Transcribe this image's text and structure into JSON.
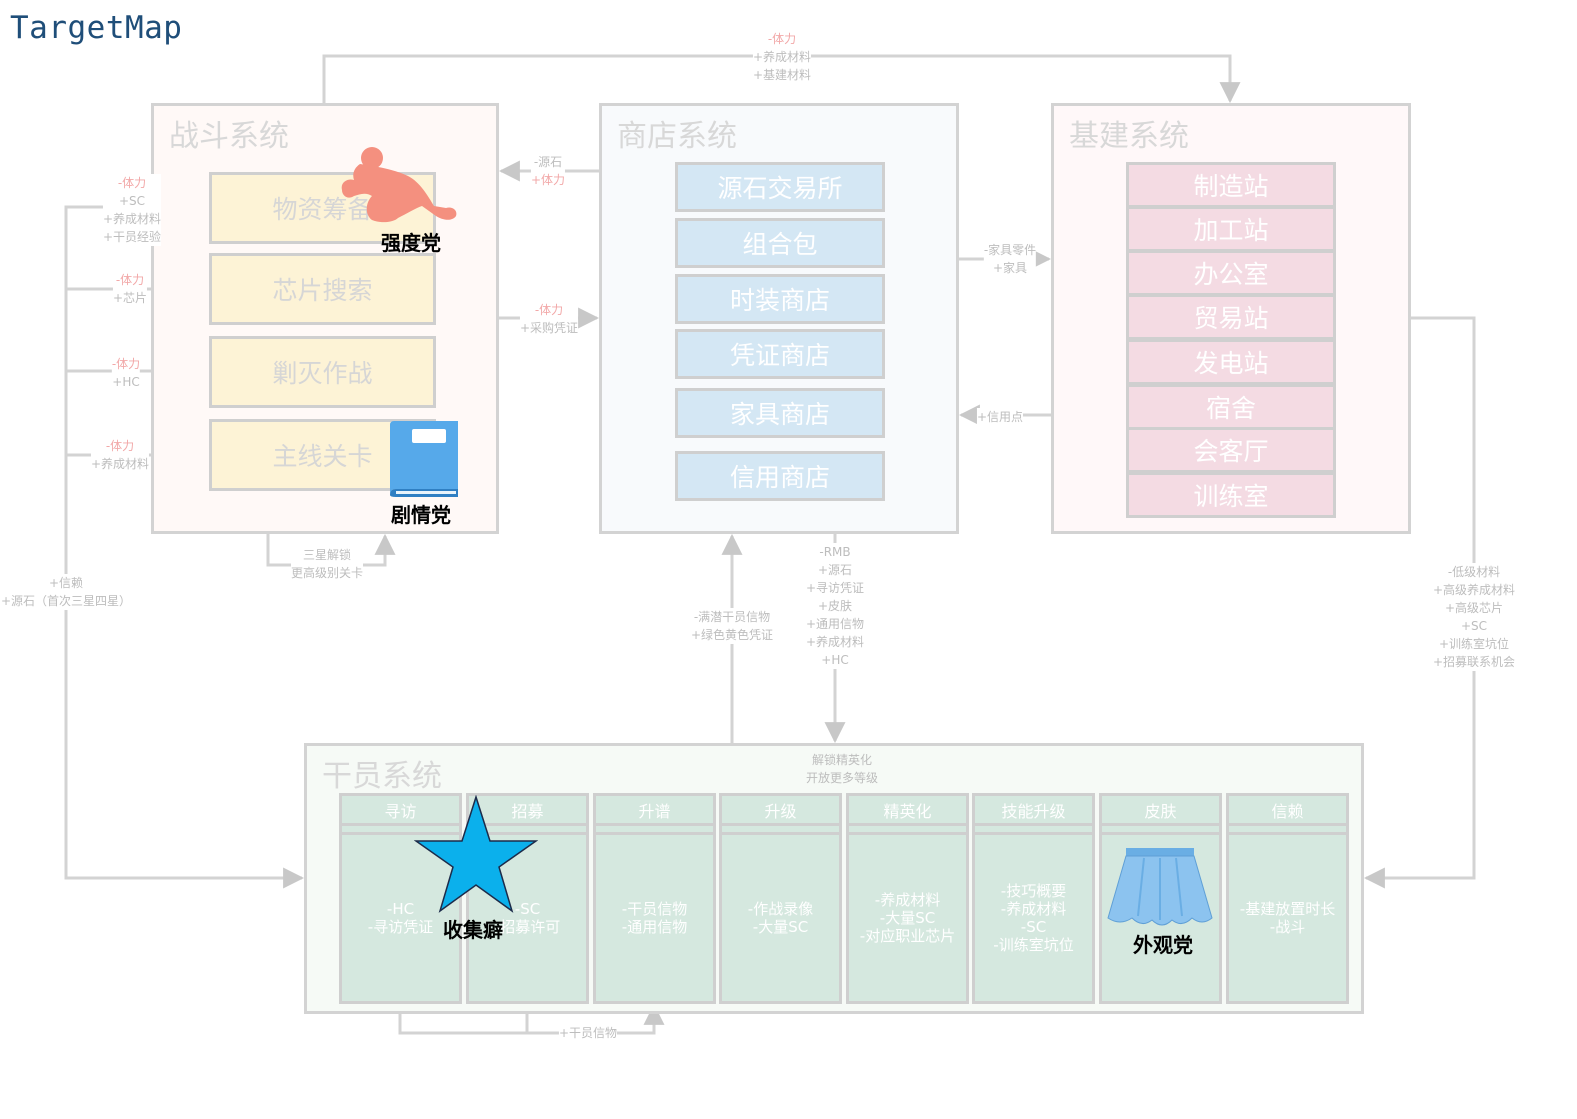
{
  "title": "TargetMap",
  "panels": {
    "battle": {
      "title": "战斗系统",
      "items": [
        "物资筹备",
        "芯片搜索",
        "剿灭作战",
        "主线关卡"
      ]
    },
    "shop": {
      "title": "商店系统",
      "items": [
        "源石交易所",
        "组合包",
        "时装商店",
        "凭证商店",
        "家具商店",
        "信用商店"
      ]
    },
    "base": {
      "title": "基建系统",
      "items": [
        "制造站",
        "加工站",
        "办公室",
        "贸易站",
        "发电站",
        "宿舍",
        "会客厅",
        "训练室"
      ]
    },
    "operator": {
      "title": "干员系统",
      "columns": [
        {
          "head": "寻访",
          "body": [
            "-HC",
            "-寻访凭证"
          ]
        },
        {
          "head": "招募",
          "body": [
            "-SC",
            "-招募许可"
          ]
        },
        {
          "head": "升谱",
          "body": [
            "-干员信物",
            "-通用信物"
          ]
        },
        {
          "head": "升级",
          "body": [
            "-作战录像",
            "-大量SC"
          ]
        },
        {
          "head": "精英化",
          "body": [
            "-养成材料",
            "-大量SC",
            "-对应职业芯片"
          ]
        },
        {
          "head": "技能升级",
          "body": [
            "-技巧概要",
            "-养成材料",
            "-SC",
            "-训练室坑位"
          ]
        },
        {
          "head": "皮肤",
          "body": []
        },
        {
          "head": "信赖",
          "body": [
            "-基建放置时长",
            "-战斗"
          ]
        }
      ]
    }
  },
  "edge_labels": {
    "battle_to_base": {
      "red": "-体力",
      "gray": [
        "+养成材料",
        "+基建材料"
      ]
    },
    "shop_to_battle": {
      "gray": "-源石",
      "red": "+体力"
    },
    "battle_to_shop": {
      "red": "-体力",
      "gray": "+采购凭证"
    },
    "shop_to_base": {
      "gray": [
        "-家具零件",
        "+家具"
      ]
    },
    "base_to_shop": {
      "gray": "+信用点"
    },
    "supply_left": {
      "red": "-体力",
      "gray": [
        "+SC",
        "+养成材料",
        "+干员经验"
      ]
    },
    "chip_left": {
      "red": "-体力",
      "gray": "+芯片"
    },
    "annihilation_left": {
      "red": "-体力",
      "gray": "+HC"
    },
    "main_left": {
      "red": "-体力",
      "gray": "+养成材料"
    },
    "battle_loop": [
      "三星解锁",
      "更高级别关卡"
    ],
    "trust_left": [
      "+信赖",
      "+源石（首次三星四星）"
    ],
    "operator_to_shop": [
      "-满潜干员信物",
      "+绿色黄色凭证"
    ],
    "shop_to_operator": [
      "-RMB",
      "+源石",
      "+寻访凭证",
      "+皮肤",
      "+通用信物",
      "+养成材料",
      "+HC"
    ],
    "base_to_operator": [
      "-低级材料",
      "+高级养成材料",
      "+高级芯片",
      "+SC",
      "+训练室坑位",
      "+招募联系机会"
    ],
    "elite_loop": [
      "解锁精英化",
      "开放更多等级"
    ],
    "recruit_loop": "+干员信物"
  },
  "stamps": {
    "strength": "强度党",
    "story": "剧情党",
    "collector": "收集癖",
    "appearance": "外观党"
  },
  "colors": {
    "battle_bg": "#fff9f7",
    "battle_item": "#fdf3d6",
    "shop_bg": "#f8fafc",
    "shop_item": "#d4e7f4",
    "base_bg": "#fff8f9",
    "base_item": "#f4dbe3",
    "operator_bg": "#f6faf6",
    "operator_item": "#d5e8df",
    "line": "#d3d3d3",
    "label_red": "#f2a8a8",
    "title": "#1f4e79"
  }
}
